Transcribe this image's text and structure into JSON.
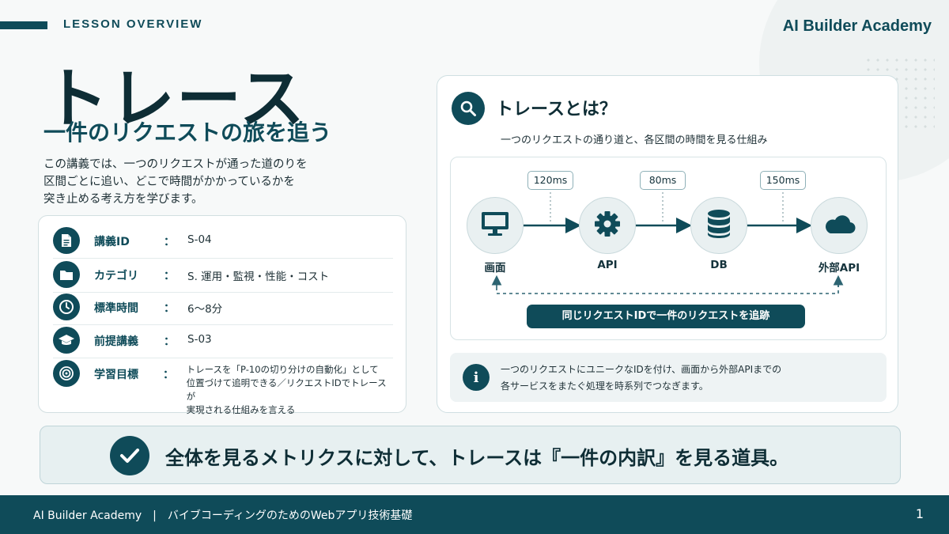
{
  "header": {
    "section_label": "LESSON OVERVIEW",
    "brand": "AI Builder Academy"
  },
  "title": "トレース",
  "subtitle": "一件のリクエストの旅を追う",
  "intro": "この講義では、一つのリクエストが通った道のりを\n区間ごとに追い、どこで時間がかかっているかを\n突き止める考え方を学びます。",
  "info": [
    {
      "icon": "document-icon",
      "label": "講義ID",
      "colon": "：",
      "value": "S-04"
    },
    {
      "icon": "folder-icon",
      "label": "カテゴリ",
      "colon": "：",
      "value": "S. 運用・監視・性能・コスト"
    },
    {
      "icon": "clock-icon",
      "label": "標準時間",
      "colon": "：",
      "value": "6〜8分"
    },
    {
      "icon": "graduation-cap-icon",
      "label": "前提講義",
      "colon": "：",
      "value": "S-03"
    },
    {
      "icon": "target-icon",
      "label": "学習目標",
      "colon": "：",
      "value": "トレースを「P-10の切り分けの自動化」として\n位置づけて追明できる／リクエストIDでトレースが\n実現される仕組みを言える"
    }
  ],
  "panel": {
    "icon": "search-icon",
    "title": "トレースとは？",
    "subtitle": "一つのリクエストの通り道と、各区間の時間を見る仕組み",
    "nodes": [
      {
        "icon": "monitor-icon",
        "label": "画面"
      },
      {
        "icon": "gear-icon",
        "label": "API"
      },
      {
        "icon": "database-icon",
        "label": "DB"
      },
      {
        "icon": "cloud-icon",
        "label": "外部API"
      }
    ],
    "timings": [
      "120ms",
      "80ms",
      "150ms"
    ],
    "trace_label": "同じリクエストIDで一件のリクエストを追跡",
    "note_icon": "info-icon",
    "note_glyph": "i",
    "note": "一つのリクエストにユニークなIDを付け、画面から外部APIまでの\n各サービスをまたぐ処理を時系列でつなぎます。"
  },
  "key_message": "全体を見るメトリクスに対して、トレースは『一件の内訳』を見る道具。",
  "footer": {
    "text": "AI Builder Academy　|　バイブコーディングのためのWebアプリ技術基礎",
    "page": "1"
  },
  "colors": {
    "primary": "#0f4b59",
    "background": "#f7f9f9",
    "node_fill": "#e9f0f1"
  }
}
